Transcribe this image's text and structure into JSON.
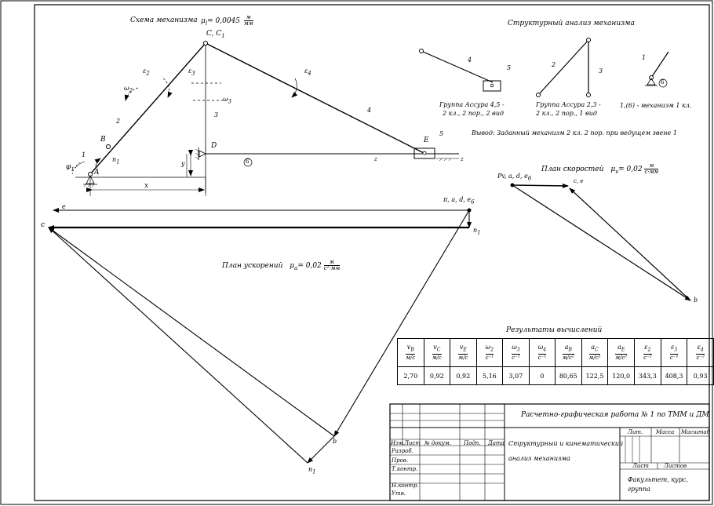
{
  "mechanism": {
    "title": "Схема механизма",
    "scale_label": "μ",
    "scale_sub": "l",
    "scale_value": "= 0,0045",
    "scale_unit_num": "м",
    "scale_unit_den": "мм",
    "labels": {
      "C": "C, C",
      "C_sub": "1",
      "B": "B",
      "A": "A",
      "D": "D",
      "E": "E",
      "x": "x",
      "y": "y",
      "phi": "φ",
      "phi_sub": "1",
      "link1": "1",
      "link2": "2",
      "link3": "3",
      "link4": "4",
      "link5": "5",
      "n1": "n",
      "n1_sub": "1",
      "eps2": "ε",
      "eps2_sub": "2",
      "eps3": "ε",
      "eps3_sub": "3",
      "eps4": "ε",
      "eps4_sub": "4",
      "om2": "ω",
      "om2_sub": "2",
      "om3": "ω",
      "om3_sub": "3",
      "six": "6",
      "z": "z"
    }
  },
  "structure": {
    "title": "Структурный анализ механизма",
    "group1_l1": "Группа Ассура 4,5 -",
    "group1_l2": "2 кл., 2 пор., 2 вид",
    "group2_l1": "Группа Ассура 2,3 -",
    "group2_l2": "2 кл., 2 пор., 1 вид",
    "group3": "1,(6) - механизм 1 кл.",
    "conclusion": "Вывод: Заданный механизм 2 кл. 2 пор. при ведущем звене 1",
    "labels": {
      "l4": "4",
      "l5": "5",
      "l2": "2",
      "l3": "3",
      "l1": "1",
      "l6": "6"
    }
  },
  "velocity_plan": {
    "title": "План скоростей",
    "scale": "μ",
    "scale_sub": "v",
    "scale_value": "= 0,02",
    "unit_num": "м",
    "unit_den": "с·мм",
    "pole": "P",
    "pole_rest": "v, a, d, e",
    "pole_sub": "6",
    "ce": "c, e",
    "b": "b"
  },
  "acceleration_plan": {
    "title": "План ускорений",
    "scale": "μ",
    "scale_sub": "a",
    "scale_value": "= 0,02",
    "unit_num": "м",
    "unit_den": "с²·мм",
    "pole": "π, a, d, e",
    "pole_sub": "6",
    "e": "e",
    "c": "c",
    "n1_top": "n",
    "n1_top_sub": "1",
    "b": "b",
    "n1_bottom": "n",
    "n1_bottom_sub": "1"
  },
  "results": {
    "title": "Результаты вычислений",
    "headers": [
      [
        "v",
        "B",
        "м/с"
      ],
      [
        "v",
        "C",
        "м/с"
      ],
      [
        "v",
        "E",
        "м/с"
      ],
      [
        "ω",
        "2",
        "с⁻¹"
      ],
      [
        "ω",
        "3",
        "с⁻¹"
      ],
      [
        "ω",
        "4",
        "с⁻¹"
      ],
      [
        "a",
        "B",
        "м/с²"
      ],
      [
        "a",
        "C",
        "м/с²"
      ],
      [
        "a",
        "E",
        "м/с²"
      ],
      [
        "ε",
        "2",
        "с⁻²"
      ],
      [
        "ε",
        "3",
        "с⁻²"
      ],
      [
        "ε",
        "4",
        "с⁻²"
      ]
    ],
    "values": [
      "2,70",
      "0,92",
      "0,92",
      "5,16",
      "3,07",
      "0",
      "80,65",
      "122,5",
      "120,0",
      "343,3",
      "408,3",
      "0,93"
    ]
  },
  "title_block": {
    "work_title": "Расчетно-графическая работа № 1 по ТММ и ДМ",
    "subject_l1": "Структурный и кинематический",
    "subject_l2": "анализ механизма",
    "col_izm": "Изм.",
    "col_list": "Лист",
    "col_doc": "№ докум.",
    "col_sign": "Подп.",
    "col_date": "Дата",
    "row_razrab": "Разраб.",
    "row_prov": "Пров.",
    "row_tkontr": "Т.контр.",
    "row_nkontr": "Н.контр.",
    "row_utv": "Утв.",
    "lit": "Лит.",
    "mass": "Масса",
    "masshtab": "Масштаб",
    "list": "Лист",
    "listov": "Листов",
    "faculty_l1": "Факультет, курс,",
    "faculty_l2": "группа"
  }
}
